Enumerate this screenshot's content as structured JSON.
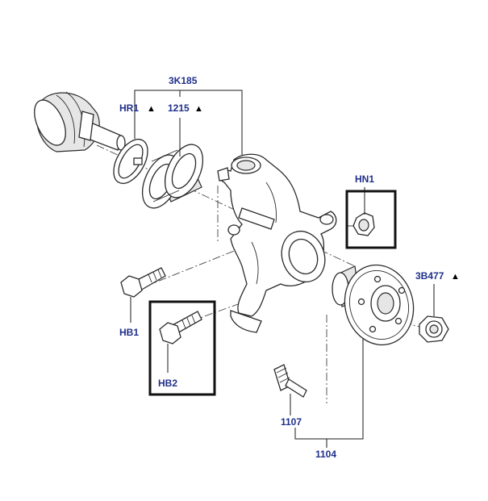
{
  "labels": {
    "assembly": "3K185",
    "retaining_ring": "HR1",
    "bearing": "1215",
    "nut_right": "HN1",
    "hub_nut": "3B477",
    "bolt_left": "HB1",
    "bolt_boxed": "HB2",
    "wheel_stud": "1107",
    "hub": "1104"
  },
  "markers": {
    "triangle": "▲"
  }
}
